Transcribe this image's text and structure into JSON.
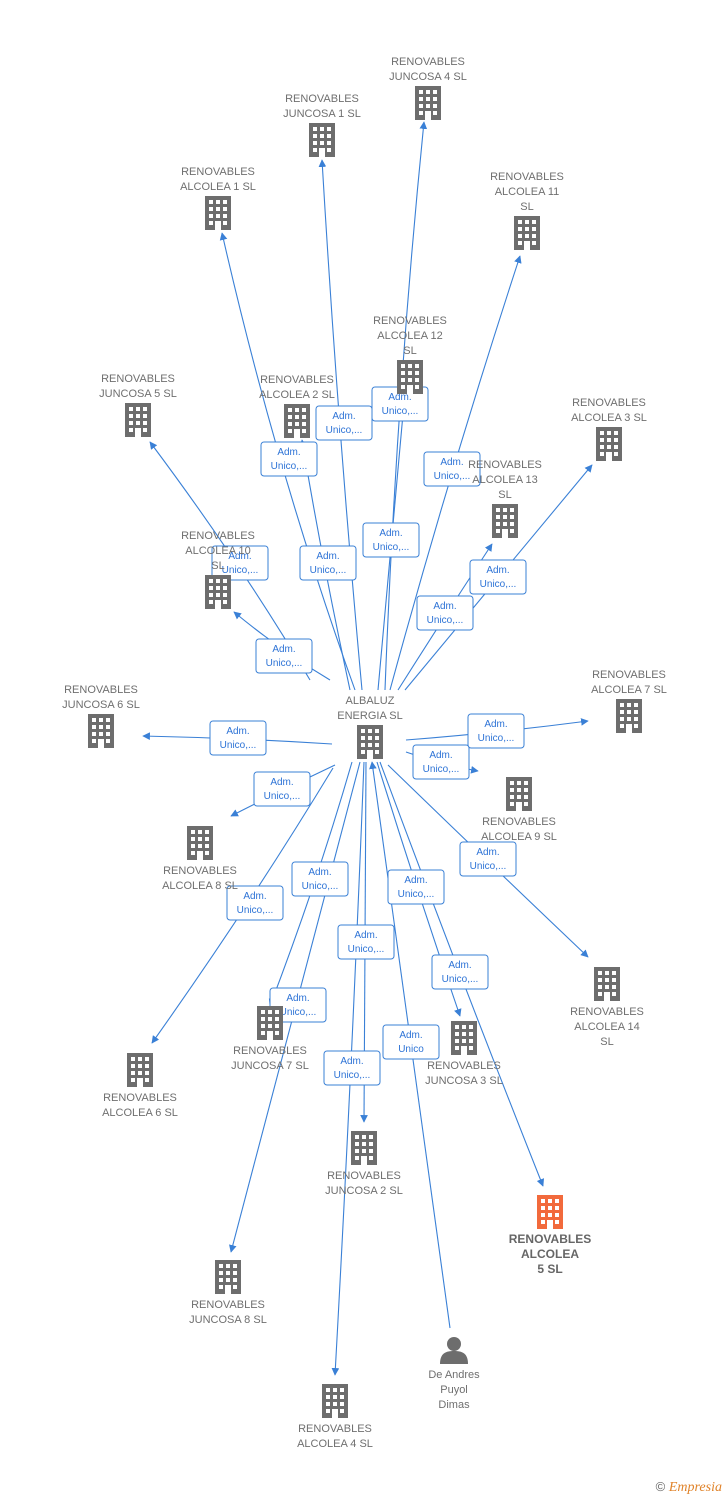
{
  "center": {
    "id": "albaluz",
    "label": [
      "ALBALUZ",
      "ENERGIA SL"
    ]
  },
  "colors": {
    "edge": "#3a80d6",
    "node": "#6d6d6d",
    "highlight": "#f26a3c",
    "role_border": "#3a80d6",
    "role_text": "#2d73d6"
  },
  "nodes": [
    {
      "id": "juncosa4",
      "type": "company",
      "label": [
        "RENOVABLES",
        "JUNCOSA 4 SL"
      ]
    },
    {
      "id": "juncosa1",
      "type": "company",
      "label": [
        "RENOVABLES",
        "JUNCOSA 1 SL"
      ]
    },
    {
      "id": "alcolea1",
      "type": "company",
      "label": [
        "RENOVABLES",
        "ALCOLEA 1 SL"
      ]
    },
    {
      "id": "alcolea11",
      "type": "company",
      "label": [
        "RENOVABLES",
        "ALCOLEA 11",
        "SL"
      ]
    },
    {
      "id": "alcolea12",
      "type": "company",
      "label": [
        "RENOVABLES",
        "ALCOLEA 12",
        "SL"
      ]
    },
    {
      "id": "juncosa5",
      "type": "company",
      "label": [
        "RENOVABLES",
        "JUNCOSA 5 SL"
      ]
    },
    {
      "id": "alcolea2",
      "type": "company",
      "label": [
        "RENOVABLES",
        "ALCOLEA 2 SL"
      ]
    },
    {
      "id": "alcolea3",
      "type": "company",
      "label": [
        "RENOVABLES",
        "ALCOLEA 3 SL"
      ]
    },
    {
      "id": "alcolea13",
      "type": "company",
      "label": [
        "RENOVABLES",
        "ALCOLEA 13",
        "SL"
      ]
    },
    {
      "id": "alcolea10",
      "type": "company",
      "label": [
        "RENOVABLES",
        "ALCOLEA 10",
        "SL"
      ]
    },
    {
      "id": "juncosa6",
      "type": "company",
      "label": [
        "RENOVABLES",
        "JUNCOSA 6 SL"
      ]
    },
    {
      "id": "alcolea7",
      "type": "company",
      "label": [
        "RENOVABLES",
        "ALCOLEA 7 SL"
      ]
    },
    {
      "id": "alcolea9",
      "type": "company",
      "label": [
        "RENOVABLES",
        "ALCOLEA 9 SL"
      ]
    },
    {
      "id": "alcolea8",
      "type": "company",
      "label": [
        "RENOVABLES",
        "ALCOLEA 8 SL"
      ]
    },
    {
      "id": "alcolea14",
      "type": "company",
      "label": [
        "RENOVABLES",
        "ALCOLEA 14",
        "SL"
      ]
    },
    {
      "id": "juncosa7",
      "type": "company",
      "label": [
        "RENOVABLES",
        "JUNCOSA 7 SL"
      ]
    },
    {
      "id": "juncosa3",
      "type": "company",
      "label": [
        "RENOVABLES",
        "JUNCOSA 3 SL"
      ]
    },
    {
      "id": "alcolea6",
      "type": "company",
      "label": [
        "RENOVABLES",
        "ALCOLEA 6 SL"
      ]
    },
    {
      "id": "juncosa2",
      "type": "company",
      "label": [
        "RENOVABLES",
        "JUNCOSA 2 SL"
      ]
    },
    {
      "id": "alcolea5",
      "type": "company",
      "highlight": true,
      "label": [
        "RENOVABLES",
        "ALCOLEA",
        "5 SL"
      ]
    },
    {
      "id": "juncosa8",
      "type": "company",
      "label": [
        "RENOVABLES",
        "JUNCOSA 8 SL"
      ]
    },
    {
      "id": "deandres",
      "type": "person",
      "label": [
        "De Andres",
        "Puyol",
        "Dimas"
      ]
    },
    {
      "id": "alcolea4",
      "type": "company",
      "label": [
        "RENOVABLES",
        "ALCOLEA 4 SL"
      ]
    }
  ],
  "edges": [
    {
      "from": "albaluz",
      "to": "juncosa4",
      "role": [
        "Adm.",
        "Unico,..."
      ]
    },
    {
      "from": "albaluz",
      "to": "juncosa1",
      "role": [
        "Adm.",
        "Unico,..."
      ]
    },
    {
      "from": "albaluz",
      "to": "alcolea1",
      "role": [
        "Adm.",
        "Unico,..."
      ]
    },
    {
      "from": "albaluz",
      "to": "alcolea11",
      "role": [
        "Adm.",
        "Unico,..."
      ]
    },
    {
      "from": "albaluz",
      "to": "alcolea12",
      "role": [
        "Adm.",
        "Unico,..."
      ]
    },
    {
      "from": "albaluz",
      "to": "juncosa5",
      "role": [
        "Adm.",
        "Unico,..."
      ]
    },
    {
      "from": "albaluz",
      "to": "alcolea2",
      "role": [
        "Adm.",
        "Unico,..."
      ]
    },
    {
      "from": "albaluz",
      "to": "alcolea3",
      "role": [
        "Adm.",
        "Unico,..."
      ]
    },
    {
      "from": "albaluz",
      "to": "alcolea13",
      "role": [
        "Adm.",
        "Unico,..."
      ]
    },
    {
      "from": "albaluz",
      "to": "alcolea10",
      "role": [
        "Adm.",
        "Unico,..."
      ]
    },
    {
      "from": "albaluz",
      "to": "juncosa6",
      "role": [
        "Adm.",
        "Unico,..."
      ]
    },
    {
      "from": "albaluz",
      "to": "alcolea7",
      "role": [
        "Adm.",
        "Unico,..."
      ]
    },
    {
      "from": "albaluz",
      "to": "alcolea9",
      "role": [
        "Adm.",
        "Unico,..."
      ]
    },
    {
      "from": "albaluz",
      "to": "alcolea8",
      "role": [
        "Adm.",
        "Unico,..."
      ]
    },
    {
      "from": "albaluz",
      "to": "alcolea14",
      "role": [
        "Adm.",
        "Unico,..."
      ]
    },
    {
      "from": "albaluz",
      "to": "juncosa7",
      "role": [
        "Adm.",
        "Unico,..."
      ]
    },
    {
      "from": "albaluz",
      "to": "juncosa3",
      "role": [
        "Adm.",
        "Unico,..."
      ]
    },
    {
      "from": "albaluz",
      "to": "alcolea6",
      "role": [
        "Adm.",
        "Unico,..."
      ]
    },
    {
      "from": "albaluz",
      "to": "juncosa2",
      "role": [
        "Adm.",
        "Unico,..."
      ]
    },
    {
      "from": "albaluz",
      "to": "alcolea5",
      "role": [
        "Adm.",
        "Unico,..."
      ]
    },
    {
      "from": "albaluz",
      "to": "juncosa8",
      "role": [
        "Adm.",
        "Unico,..."
      ]
    },
    {
      "from": "deandres",
      "to": "albaluz",
      "role": [
        "Adm.",
        "Unico"
      ]
    },
    {
      "from": "albaluz",
      "to": "alcolea4",
      "role": [
        "Adm.",
        "Unico,..."
      ]
    }
  ],
  "footer": {
    "copyright": "©",
    "brand": "Empresia"
  }
}
